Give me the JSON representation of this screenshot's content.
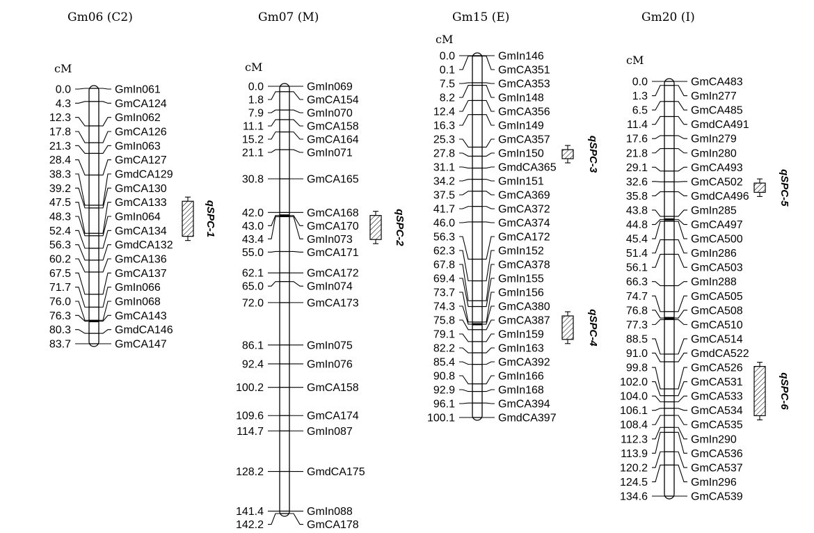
{
  "chromosomes": [
    {
      "title": "Gm06 (C2)",
      "unit": "cM",
      "markers": [
        {
          "pos": "0.0",
          "name": "GmIn061"
        },
        {
          "pos": "4.3",
          "name": "GmCA124"
        },
        {
          "pos": "12.3",
          "name": "GmIn062"
        },
        {
          "pos": "17.8",
          "name": "GmCA126"
        },
        {
          "pos": "21.3",
          "name": "GmIn063"
        },
        {
          "pos": "28.4",
          "name": "GmCA127"
        },
        {
          "pos": "38.3",
          "name": "GmdCA129"
        },
        {
          "pos": "39.2",
          "name": "GmCA130"
        },
        {
          "pos": "47.5",
          "name": "GmCA133"
        },
        {
          "pos": "48.3",
          "name": "GmIn064"
        },
        {
          "pos": "52.4",
          "name": "GmCA134"
        },
        {
          "pos": "56.3",
          "name": "GmdCA132"
        },
        {
          "pos": "60.2",
          "name": "GmCA136"
        },
        {
          "pos": "67.5",
          "name": "GmCA137"
        },
        {
          "pos": "71.7",
          "name": "GmIn066"
        },
        {
          "pos": "76.0",
          "name": "GmIn068"
        },
        {
          "pos": "76.3",
          "name": "GmCA143"
        },
        {
          "pos": "80.3",
          "name": "GmdCA146"
        },
        {
          "pos": "83.7",
          "name": "GmCA147"
        }
      ],
      "qtls": [
        {
          "label": "qSPC-1",
          "start": 37.0,
          "end": 48.5
        }
      ]
    },
    {
      "title": "Gm07 (M)",
      "unit": "cM",
      "markers": [
        {
          "pos": "0.0",
          "name": "GmIn069"
        },
        {
          "pos": "1.8",
          "name": "GmCA154"
        },
        {
          "pos": "7.9",
          "name": "GmIn070"
        },
        {
          "pos": "11.1",
          "name": "GmCA158"
        },
        {
          "pos": "15.2",
          "name": "GmCA164"
        },
        {
          "pos": "21.1",
          "name": "GmIn071"
        },
        {
          "pos": "30.8",
          "name": "GmCA165"
        },
        {
          "pos": "42.0",
          "name": "GmCA168"
        },
        {
          "pos": "43.0",
          "name": "GmCA170"
        },
        {
          "pos": "43.4",
          "name": "GmIn073"
        },
        {
          "pos": "55.0",
          "name": "GmCA171"
        },
        {
          "pos": "62.1",
          "name": "GmCA172"
        },
        {
          "pos": "65.0",
          "name": "GmIn074"
        },
        {
          "pos": "72.0",
          "name": "GmCA173"
        },
        {
          "pos": "86.1",
          "name": "GmIn075"
        },
        {
          "pos": "92.4",
          "name": "GmIn076"
        },
        {
          "pos": "100.2",
          "name": "GmCA158"
        },
        {
          "pos": "109.6",
          "name": "GmCA174"
        },
        {
          "pos": "114.7",
          "name": "GmIn087"
        },
        {
          "pos": "128.2",
          "name": "GmdCA175"
        },
        {
          "pos": "141.4",
          "name": "GmIn088"
        },
        {
          "pos": "142.2",
          "name": "GmCA178"
        }
      ],
      "qtls": [
        {
          "label": "qSPC-2",
          "start": 43.0,
          "end": 51.0
        }
      ]
    },
    {
      "title": "Gm15 (E)",
      "unit": "cM",
      "markers": [
        {
          "pos": "0.0",
          "name": "GmIn146"
        },
        {
          "pos": "0.1",
          "name": "GmCA351"
        },
        {
          "pos": "7.5",
          "name": "GmCA353"
        },
        {
          "pos": "8.2",
          "name": "GmIn148"
        },
        {
          "pos": "12.4",
          "name": "GmCA356"
        },
        {
          "pos": "16.3",
          "name": "GmIn149"
        },
        {
          "pos": "25.3",
          "name": "GmCA357"
        },
        {
          "pos": "27.8",
          "name": "GmIn150"
        },
        {
          "pos": "31.1",
          "name": "GmdCA365"
        },
        {
          "pos": "34.2",
          "name": "GmIn151"
        },
        {
          "pos": "37.5",
          "name": "GmCA369"
        },
        {
          "pos": "41.7",
          "name": "GmCA372"
        },
        {
          "pos": "46.0",
          "name": "GmCA374"
        },
        {
          "pos": "56.3",
          "name": "GmCA172"
        },
        {
          "pos": "62.3",
          "name": "GmIn152"
        },
        {
          "pos": "67.8",
          "name": "GmCA378"
        },
        {
          "pos": "69.4",
          "name": "GmIn155"
        },
        {
          "pos": "73.7",
          "name": "GmIn156"
        },
        {
          "pos": "74.3",
          "name": "GmCA380"
        },
        {
          "pos": "75.8",
          "name": "GmCA387"
        },
        {
          "pos": "79.1",
          "name": "GmIn159"
        },
        {
          "pos": "82.2",
          "name": "GmIn163"
        },
        {
          "pos": "85.4",
          "name": "GmCA392"
        },
        {
          "pos": "90.8",
          "name": "GmIn166"
        },
        {
          "pos": "92.9",
          "name": "GmIn168"
        },
        {
          "pos": "96.1",
          "name": "GmCA394"
        },
        {
          "pos": "100.1",
          "name": "GmdCA397"
        }
      ],
      "qtls": [
        {
          "label": "qSPC-3",
          "start": 26.0,
          "end": 28.5
        },
        {
          "label": "qSPC-4",
          "start": 72.0,
          "end": 78.5
        }
      ]
    },
    {
      "title": "Gm20 (I)",
      "unit": "cM",
      "markers": [
        {
          "pos": "0.0",
          "name": "GmCA483"
        },
        {
          "pos": "1.3",
          "name": "GmIn277"
        },
        {
          "pos": "6.5",
          "name": "GmCA485"
        },
        {
          "pos": "11.4",
          "name": "GmdCA491"
        },
        {
          "pos": "17.6",
          "name": "GmIn279"
        },
        {
          "pos": "21.8",
          "name": "GmIn280"
        },
        {
          "pos": "29.1",
          "name": "GmCA493"
        },
        {
          "pos": "32.6",
          "name": "GmCA502"
        },
        {
          "pos": "35.8",
          "name": "GmdCA496"
        },
        {
          "pos": "43.8",
          "name": "GmIn285"
        },
        {
          "pos": "44.8",
          "name": "GmCA497"
        },
        {
          "pos": "45.4",
          "name": "GmCA500"
        },
        {
          "pos": "51.4",
          "name": "GmIn286"
        },
        {
          "pos": "56.1",
          "name": "GmCA503"
        },
        {
          "pos": "66.3",
          "name": "GmIn288"
        },
        {
          "pos": "74.7",
          "name": "GmCA505"
        },
        {
          "pos": "76.8",
          "name": "GmCA508"
        },
        {
          "pos": "77.3",
          "name": "GmCA510"
        },
        {
          "pos": "88.5",
          "name": "GmCA514"
        },
        {
          "pos": "91.0",
          "name": "GmdCA522"
        },
        {
          "pos": "99.8",
          "name": "GmCA526"
        },
        {
          "pos": "102.0",
          "name": "GmCA531"
        },
        {
          "pos": "104.0",
          "name": "GmCA533"
        },
        {
          "pos": "106.1",
          "name": "GmCA534"
        },
        {
          "pos": "108.4",
          "name": "GmCA535"
        },
        {
          "pos": "112.3",
          "name": "GmIn290"
        },
        {
          "pos": "113.9",
          "name": "GmCA536"
        },
        {
          "pos": "120.2",
          "name": "GmCA537"
        },
        {
          "pos": "124.5",
          "name": "GmIn296"
        },
        {
          "pos": "134.6",
          "name": "GmCA539"
        }
      ],
      "qtls": [
        {
          "label": "qSPC-5",
          "start": 33.0,
          "end": 36.0
        },
        {
          "label": "qSPC-6",
          "start": 92.5,
          "end": 108.5
        }
      ]
    }
  ]
}
